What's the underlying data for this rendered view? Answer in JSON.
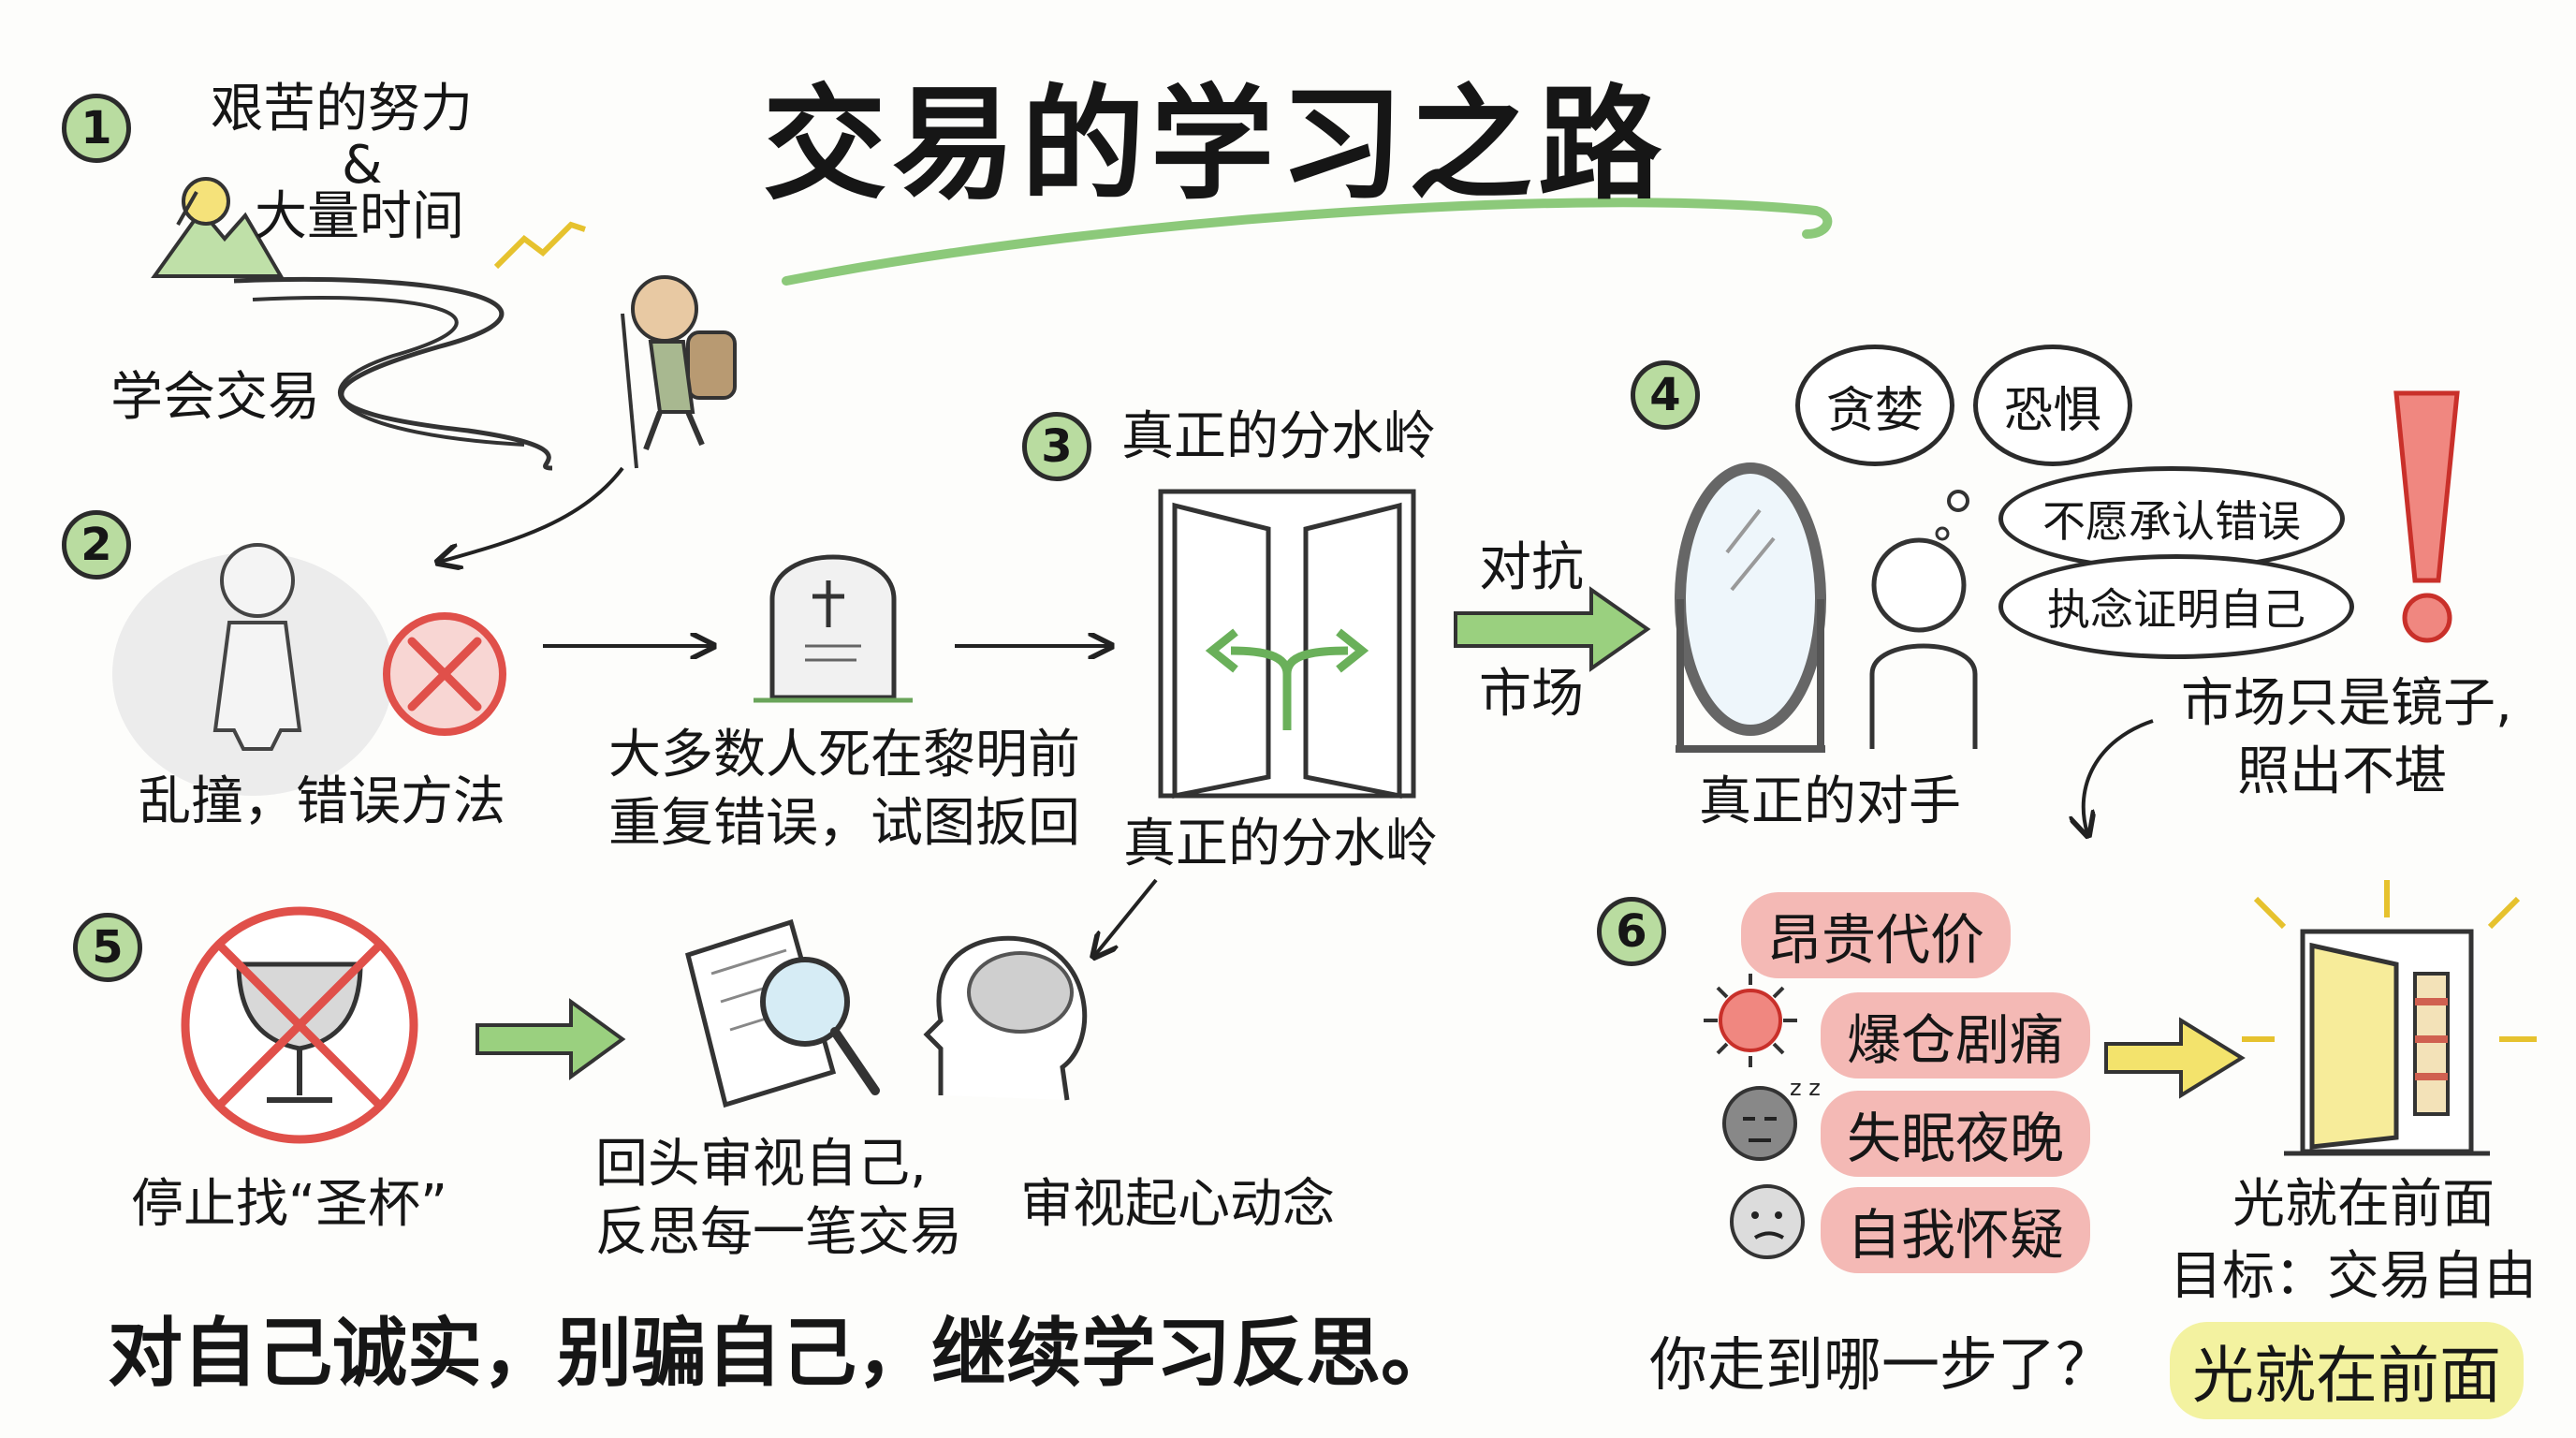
{
  "title": "交易的学习之路",
  "steps": {
    "s1": {
      "number": "1",
      "top_line1": "艰苦的努力",
      "top_line2": "&",
      "top_line3": "大量时间",
      "label": "学会交易"
    },
    "s2": {
      "number": "2",
      "label": "乱撞，错误方法",
      "tomb_line1": "大多数人死在黎明前",
      "tomb_line2": "重复错误，试图扳回"
    },
    "s3": {
      "number": "3",
      "title": "真正的分水岭",
      "caption": "真正的分水岭"
    },
    "s4": {
      "number": "4",
      "arrow_top": "对抗",
      "arrow_bottom": "市场",
      "bubble_greed": "贪婪",
      "bubble_fear": "恐惧",
      "bubble_refuse": "不愿承认错误",
      "bubble_prove": "执念证明自己",
      "mirror_caption": "真正的对手",
      "mirror_note_line1": "市场只是镜子,",
      "mirror_note_line2": "照出不堪"
    },
    "s5": {
      "number": "5",
      "grail_caption": "停止找“圣杯”",
      "review_line1": "回头审视自己,",
      "review_line2": "反思每一笔交易",
      "mind_caption": "审视起心动念"
    },
    "s6": {
      "number": "6",
      "cost_title": "昂贵代价",
      "cost_items": [
        "爆仓剧痛",
        "失眠夜晚",
        "自我怀疑"
      ],
      "door_caption": "光就在前面",
      "goal": "目标：交易自由"
    }
  },
  "footer": {
    "motto": "对自己诚实，别骗自己，继续学习反思。",
    "question": "你走到哪一步了？",
    "highlight": "光就在前面"
  },
  "colors": {
    "accent_green": "#8cc97a",
    "badge_green": "#b9dca0",
    "warn_red": "#e0504a",
    "pill_red": "#f4b9b5",
    "highlight_yellow": "#f3f2a0",
    "door_yellow": "#f7ec9a"
  }
}
